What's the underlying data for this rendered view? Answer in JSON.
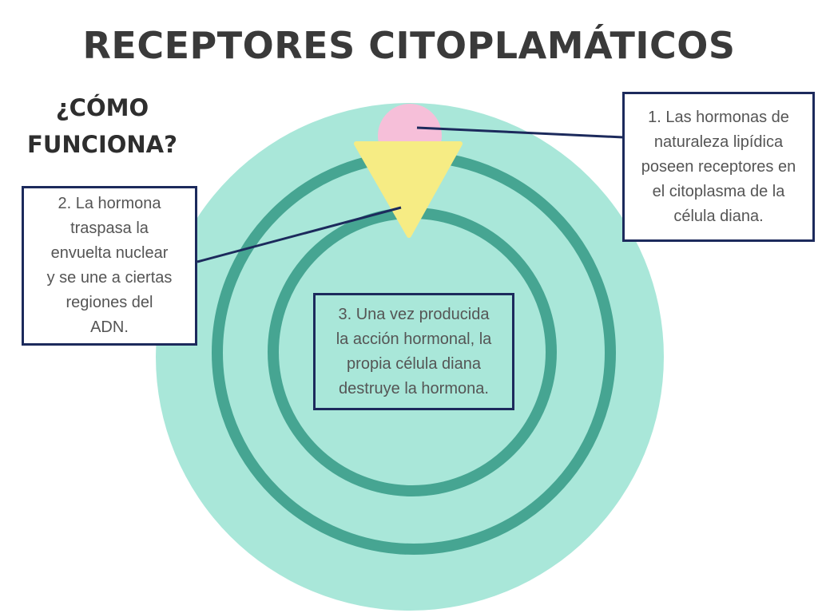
{
  "title": "RECEPTORES CITOPLAMÁTICOS",
  "subtitle": "¿CÓMO\nFUNCIONA?",
  "steps": [
    {
      "text": "1. Las hormonas de\nnaturaleza lipídica\nposeen receptores en\nel citoplasma de la\ncélula diana."
    },
    {
      "text": "2. La hormona\ntraspasa la\nenvuelta nuclear\ny se une a ciertas\nregiones del\nADN."
    },
    {
      "text": "3. Una vez producida\nla acción hormonal, la\npropia célula diana\ndestruye la hormona."
    }
  ],
  "colors": {
    "cell": "#a9e7d9",
    "membrane_ring": "#46a592",
    "hormone": "#f6bfd9",
    "receptor": "#f6ec84",
    "callout_border": "#1c2a5c",
    "title": "#3a3a3a"
  }
}
